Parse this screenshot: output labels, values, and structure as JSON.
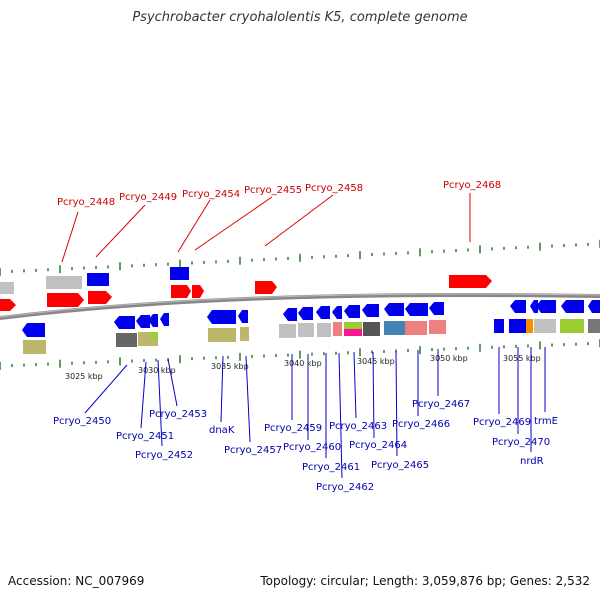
{
  "title": "Psychrobacter cryohalolentis K5, complete genome",
  "footer": {
    "accession": "Accession: NC_007969",
    "summary": "Topology: circular; Length: 3,059,876 bp; Genes: 2,532"
  },
  "colors": {
    "forward": "#ff0000",
    "reverse": "#0000ff",
    "label_top": "#cc0000",
    "label_bottom": "#0000aa",
    "backbone": "#888888",
    "tick": "#2a7a2a"
  },
  "scale_ticks": [
    "3025 kbp",
    "3030 kbp",
    "3035 kbp",
    "3040 kbp",
    "3045 kbp",
    "3050 kbp",
    "3055 kbp"
  ],
  "top_labels": [
    "Pcryo_2448",
    "Pcryo_2449",
    "Pcryo_2454",
    "Pcryo_2455",
    "Pcryo_2458",
    "Pcryo_2468"
  ],
  "bottom_labels": [
    "Pcryo_2450",
    "Pcryo_2451",
    "Pcryo_2452",
    "Pcryo_2453",
    "dnaK",
    "Pcryo_2457",
    "Pcryo_2459",
    "Pcryo_2460",
    "Pcryo_2461",
    "Pcryo_2462",
    "Pcryo_2463",
    "Pcryo_2464",
    "Pcryo_2465",
    "Pcryo_2466",
    "Pcryo_2467",
    "Pcryo_2469",
    "Pcryo_2470",
    "nrdR",
    "trmE"
  ]
}
